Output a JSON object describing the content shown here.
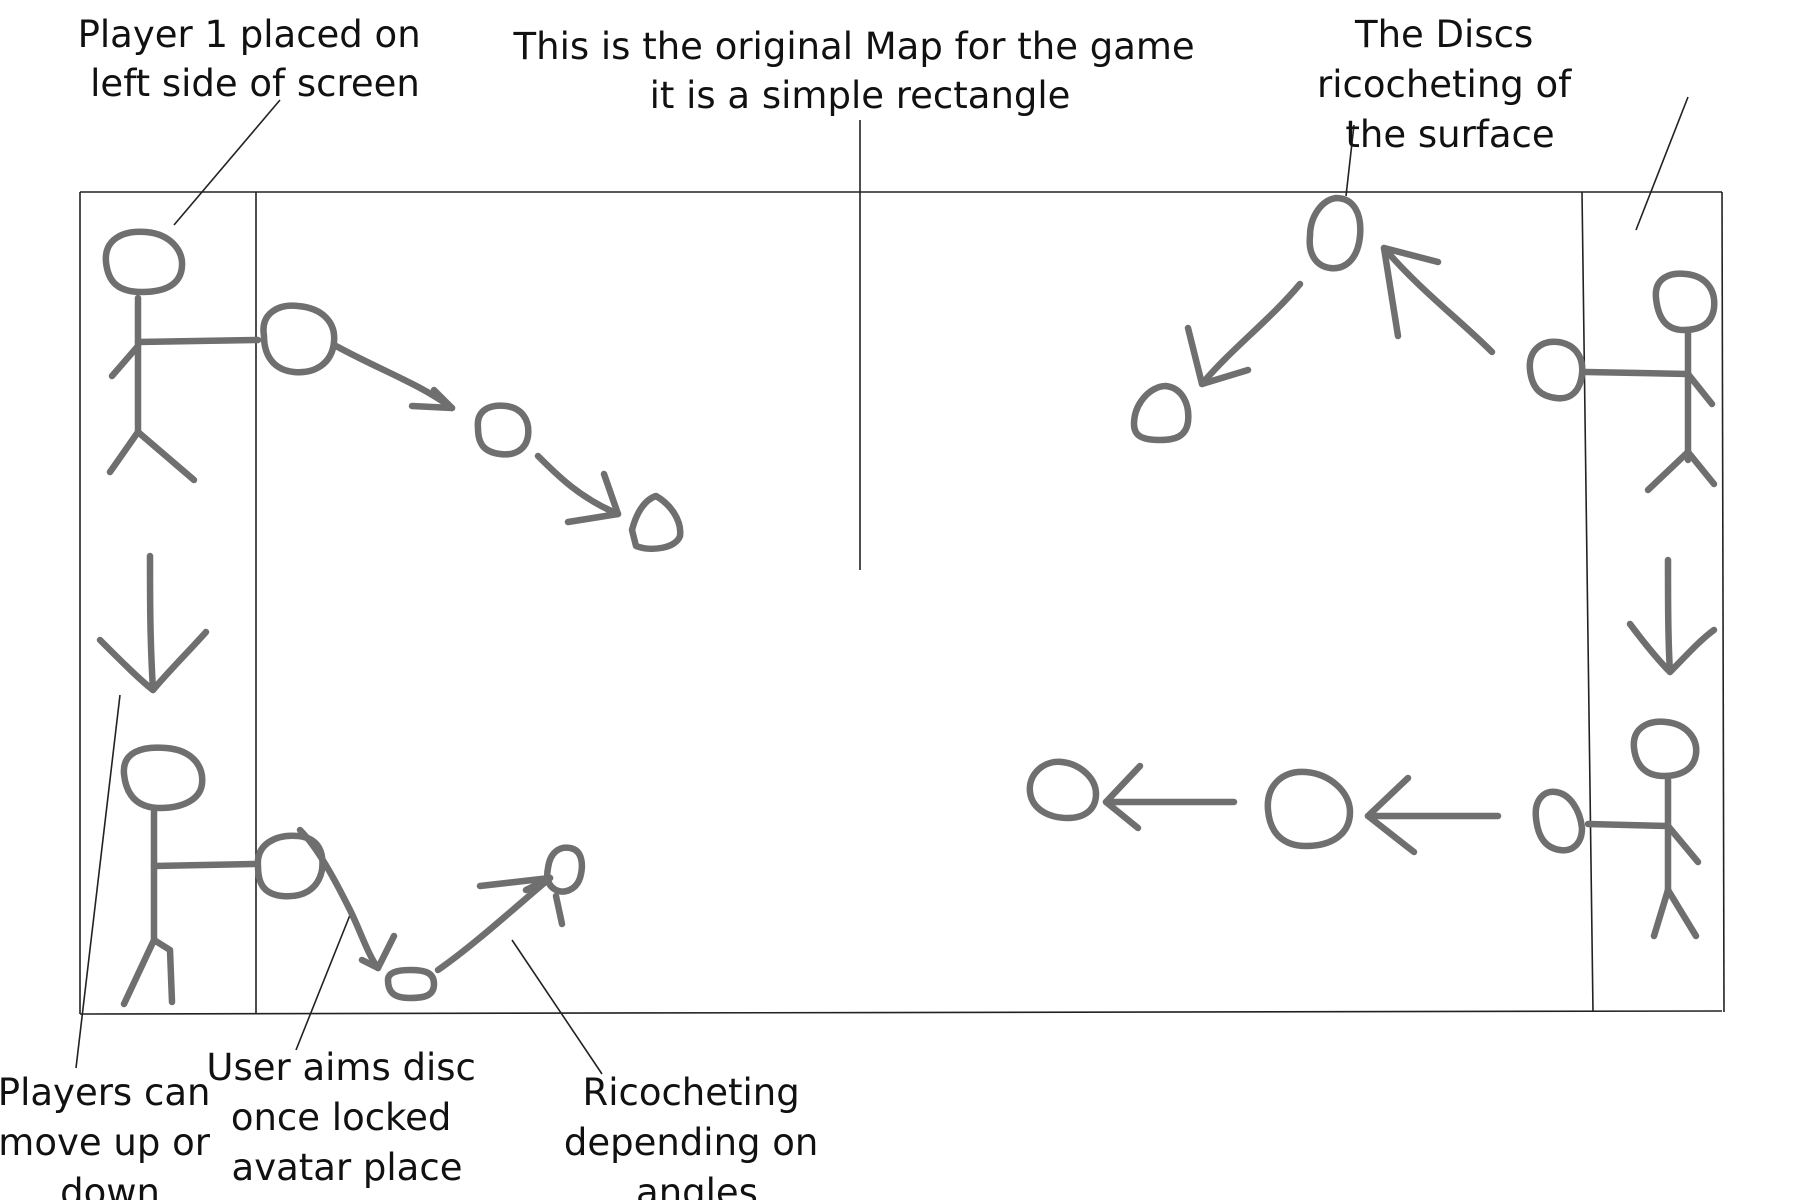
{
  "colors": {
    "sketch": "#6f6f6f",
    "line": "#222222",
    "text": "#111111",
    "background": "#ffffff"
  },
  "annotations": {
    "player1": [
      "Player 1 placed on",
      "left side of screen"
    ],
    "map": [
      "This is the original Map for the game",
      "it is a simple rectangle"
    ],
    "discs": [
      "The Discs",
      "ricocheting of",
      "the surface"
    ],
    "move": [
      "Players can",
      "move up or",
      "down"
    ],
    "aim": [
      "User aims disc",
      "once locked",
      "avatar place"
    ],
    "ricochet": [
      "Ricocheting",
      "depending on",
      "angles"
    ]
  }
}
